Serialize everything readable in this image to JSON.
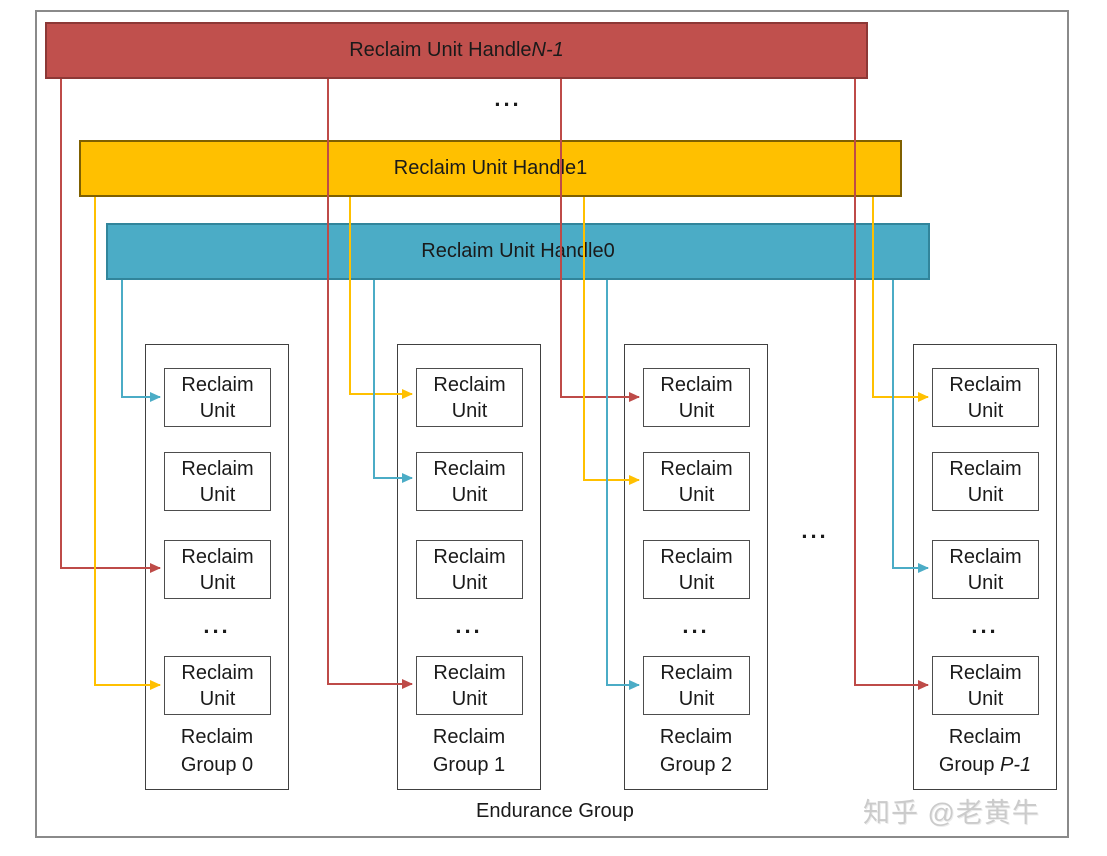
{
  "handles": [
    {
      "label_prefix": "Reclaim Unit Handle ",
      "label_suffix": "N-1",
      "fill": "#C0504D",
      "border": "#8C3836"
    },
    {
      "label_prefix": "Reclaim Unit Handle ",
      "label_suffix": "1",
      "fill": "#FFC000",
      "border": "#7F6000"
    },
    {
      "label_prefix": "Reclaim Unit Handle ",
      "label_suffix": "0",
      "fill": "#4BACC6",
      "border": "#31859B"
    }
  ],
  "ellipsis_top": "...",
  "ellipsis_between_groups": "...",
  "groups": [
    {
      "units": [
        "Reclaim\nUnit",
        "Reclaim\nUnit",
        "Reclaim\nUnit",
        "Reclaim\nUnit"
      ],
      "dots": "...",
      "label_line1": "Reclaim",
      "label_line2_prefix": "Group ",
      "label_line2_suffix": "0"
    },
    {
      "units": [
        "Reclaim\nUnit",
        "Reclaim\nUnit",
        "Reclaim\nUnit",
        "Reclaim\nUnit"
      ],
      "dots": "...",
      "label_line1": "Reclaim",
      "label_line2_prefix": "Group ",
      "label_line2_suffix": "1"
    },
    {
      "units": [
        "Reclaim\nUnit",
        "Reclaim\nUnit",
        "Reclaim\nUnit",
        "Reclaim\nUnit"
      ],
      "dots": "...",
      "label_line1": "Reclaim",
      "label_line2_prefix": "Group ",
      "label_line2_suffix": "2"
    },
    {
      "units": [
        "Reclaim\nUnit",
        "Reclaim\nUnit",
        "Reclaim\nUnit",
        "Reclaim\nUnit"
      ],
      "dots": "...",
      "label_line1": "Reclaim",
      "label_line2_prefix": "Group ",
      "label_line2_suffix": "P-1"
    }
  ],
  "endurance_label": "Endurance Group",
  "watermark": "知乎 @老黄牛",
  "colors": {
    "handle_n1_red": "#C0504D",
    "handle_1_yellow": "#FFC000",
    "handle_0_teal": "#4BACC6",
    "red_border": "#8C3836",
    "yellow_border": "#7F6000",
    "teal_border": "#31859B"
  }
}
